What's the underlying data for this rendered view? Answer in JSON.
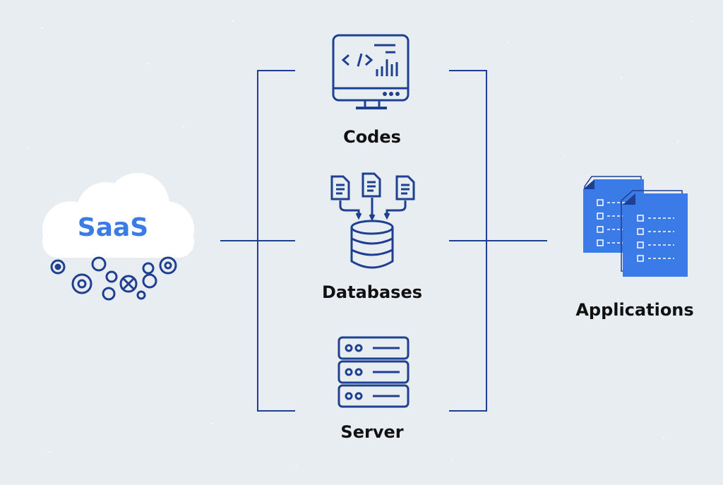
{
  "diagram": {
    "saas_label": "SaaS",
    "components": [
      {
        "label": "Codes",
        "icon": "monitor-code-icon"
      },
      {
        "label": "Databases",
        "icon": "database-icon"
      },
      {
        "label": "Server",
        "icon": "server-icon"
      }
    ],
    "output_label": "Applications",
    "output_icon": "documents-checklist-icon"
  },
  "colors": {
    "background": "#e8edf2",
    "line": "#1f3f91",
    "accent": "#3a7be8",
    "icon": "#1f3f91",
    "label": "#111111"
  }
}
